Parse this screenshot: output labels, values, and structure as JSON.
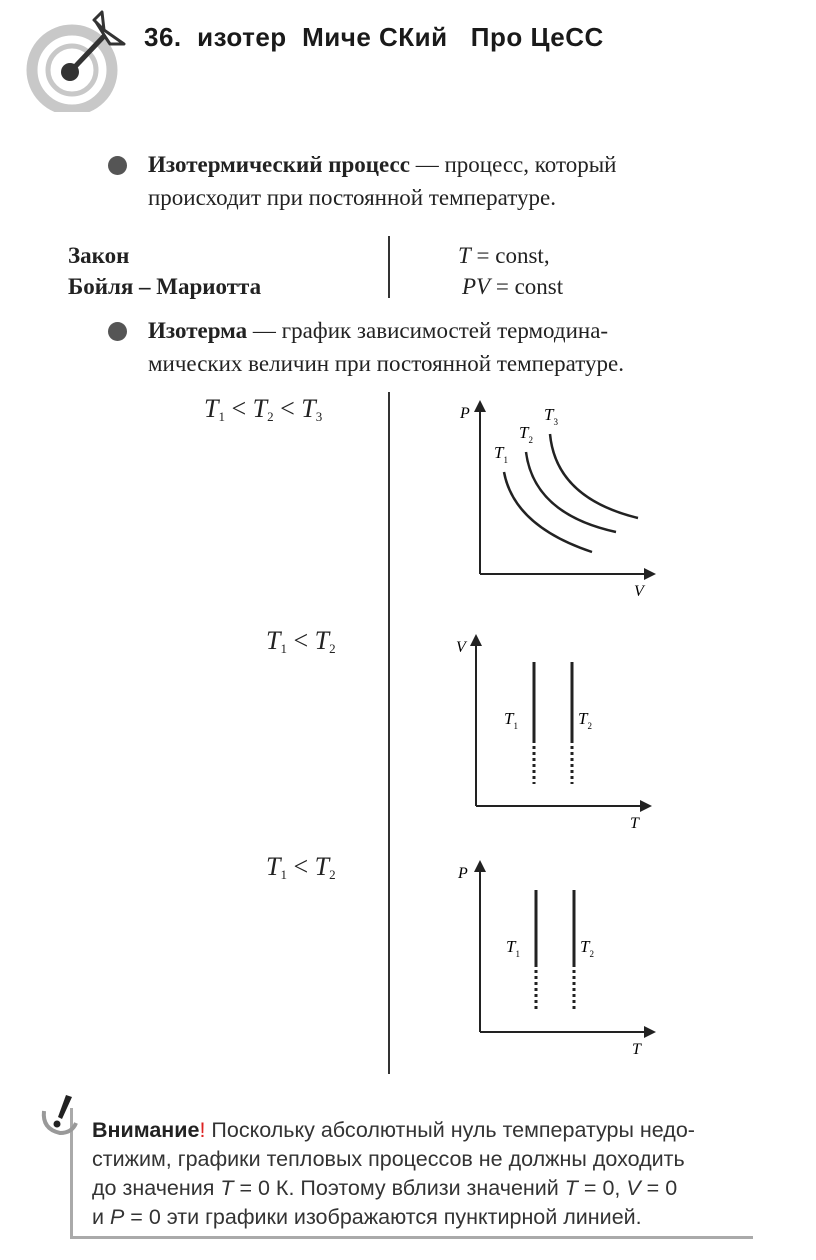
{
  "page_title": "36.  изотер  Миче СКий   Про ЦеСС",
  "bullet1": {
    "term": "Изотермический процесс",
    "dash": " — ",
    "text_line1": "процесс, который",
    "text_line2": "происходит при постоянной температуре."
  },
  "law": {
    "name_line1": "Закон",
    "name_line2": "Бойля – Мариотта",
    "f1_var": "T",
    "f1_rest": " = const,",
    "f2_var": "PV",
    "f2_rest": " = const"
  },
  "bullet2": {
    "term": "Изотерма",
    "dash": " — ",
    "text_line1": "график зависимостей термодина-",
    "text_line2": "мических величин при постоянной температуре."
  },
  "conditions": {
    "c1": {
      "T": "T",
      "s1": "1",
      "lt1": " < ",
      "s2": "2",
      "lt2": " < ",
      "s3": "3"
    },
    "c2": {
      "T": "T",
      "s1": "1",
      "lt1": " < ",
      "s2": "2"
    },
    "c3": {
      "T": "T",
      "s1": "1",
      "lt1": " < ",
      "s2": "2"
    }
  },
  "graphs": {
    "pv": {
      "y_axis": "P",
      "x_axis": "V",
      "curves": [
        {
          "T": "T",
          "sub": "1"
        },
        {
          "T": "T",
          "sub": "2"
        },
        {
          "T": "T",
          "sub": "3"
        }
      ]
    },
    "vt": {
      "y_axis": "V",
      "x_axis": "T",
      "lines": [
        {
          "T": "T",
          "sub": "1"
        },
        {
          "T": "T",
          "sub": "2"
        }
      ]
    },
    "pt": {
      "y_axis": "P",
      "x_axis": "T",
      "lines": [
        {
          "T": "T",
          "sub": "1"
        },
        {
          "T": "T",
          "sub": "2"
        }
      ]
    }
  },
  "note": {
    "bold": "Внимание",
    "excl": "!",
    "t1": " Поскольку абсолютный нуль температуры недо-",
    "t2": "стижим, графики тепловых процессов не должны доходить",
    "t3a": "до значения ",
    "t3T": "T",
    "t3b": " = 0 К. Поэтому вблизи значений ",
    "t3T2": "T",
    "t3c": " = 0, ",
    "t3V": "V",
    "t3d": " = 0",
    "t4a": "и ",
    "t4P": "P",
    "t4b": " = 0 эти графики изображаются пунктирной линией."
  },
  "colors": {
    "text": "#222222",
    "bullet": "#555555",
    "logo_gray": "#c8c8c8",
    "note_border": "#aaaaaa"
  }
}
